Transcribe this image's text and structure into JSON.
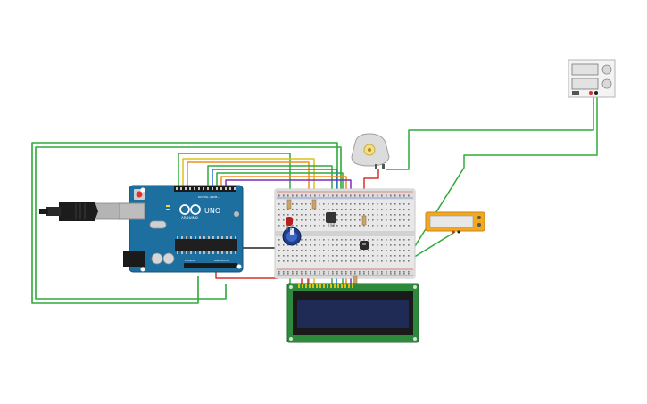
{
  "arduino": {
    "brand": "ARDUINO",
    "model": "UNO",
    "digital_label": "DIGITAL (PWM~)",
    "power_label": "POWER",
    "analog_label": "ANALOG IN"
  },
  "colors": {
    "wire_green": "#2eaa3a",
    "wire_orange": "#f28c1e",
    "wire_yellow": "#d8c21a",
    "wire_blue": "#2a6fd6",
    "wire_purple": "#7b2fb8",
    "wire_black": "#222222",
    "wire_red": "#d9302c",
    "wire_magenta": "#b8317c",
    "arduino_board": "#1d6fa0",
    "lcd_screen": "#1f2a55",
    "lcd_pcb": "#2d8a3c",
    "multimeter": "#f2a91e",
    "breadboard": "#e8e8e8"
  },
  "components": [
    {
      "name": "arduino-uno",
      "icon": "arduino-board-icon"
    },
    {
      "name": "usb-cable",
      "icon": "usb-plug-icon"
    },
    {
      "name": "breadboard",
      "icon": "breadboard-icon"
    },
    {
      "name": "dc-motor",
      "icon": "motor-icon"
    },
    {
      "name": "power-supply",
      "icon": "power-supply-icon"
    },
    {
      "name": "multimeter",
      "icon": "multimeter-icon"
    },
    {
      "name": "lcd-16x2",
      "icon": "lcd-display-icon"
    },
    {
      "name": "potentiometer",
      "icon": "potentiometer-icon"
    },
    {
      "name": "led",
      "icon": "led-icon"
    },
    {
      "name": "transistor",
      "icon": "transistor-icon"
    },
    {
      "name": "temperature-sensor",
      "icon": "sensor-icon"
    }
  ]
}
